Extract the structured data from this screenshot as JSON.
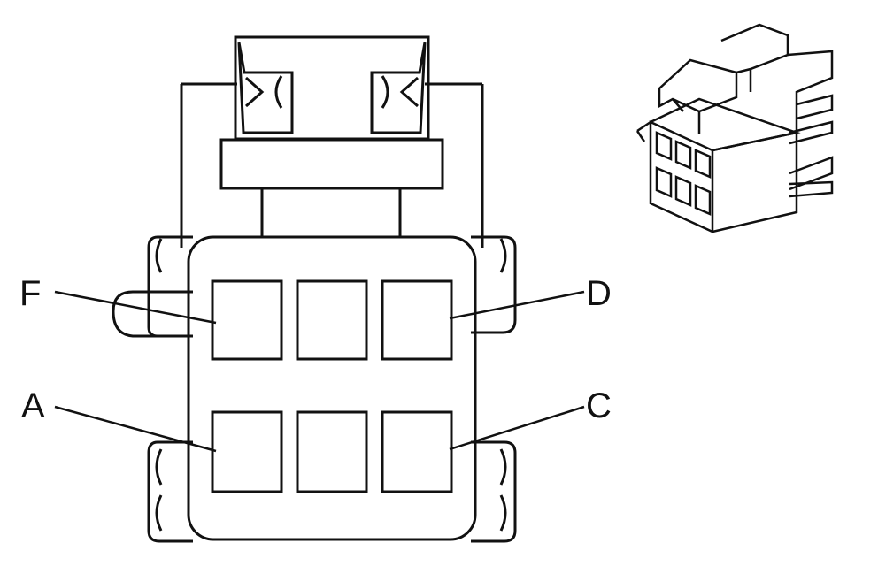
{
  "connector": {
    "pin_labels": {
      "f": "F",
      "d": "D",
      "a": "A",
      "c": "C"
    }
  },
  "colors": {
    "line": "#111111",
    "background": "#ffffff"
  }
}
